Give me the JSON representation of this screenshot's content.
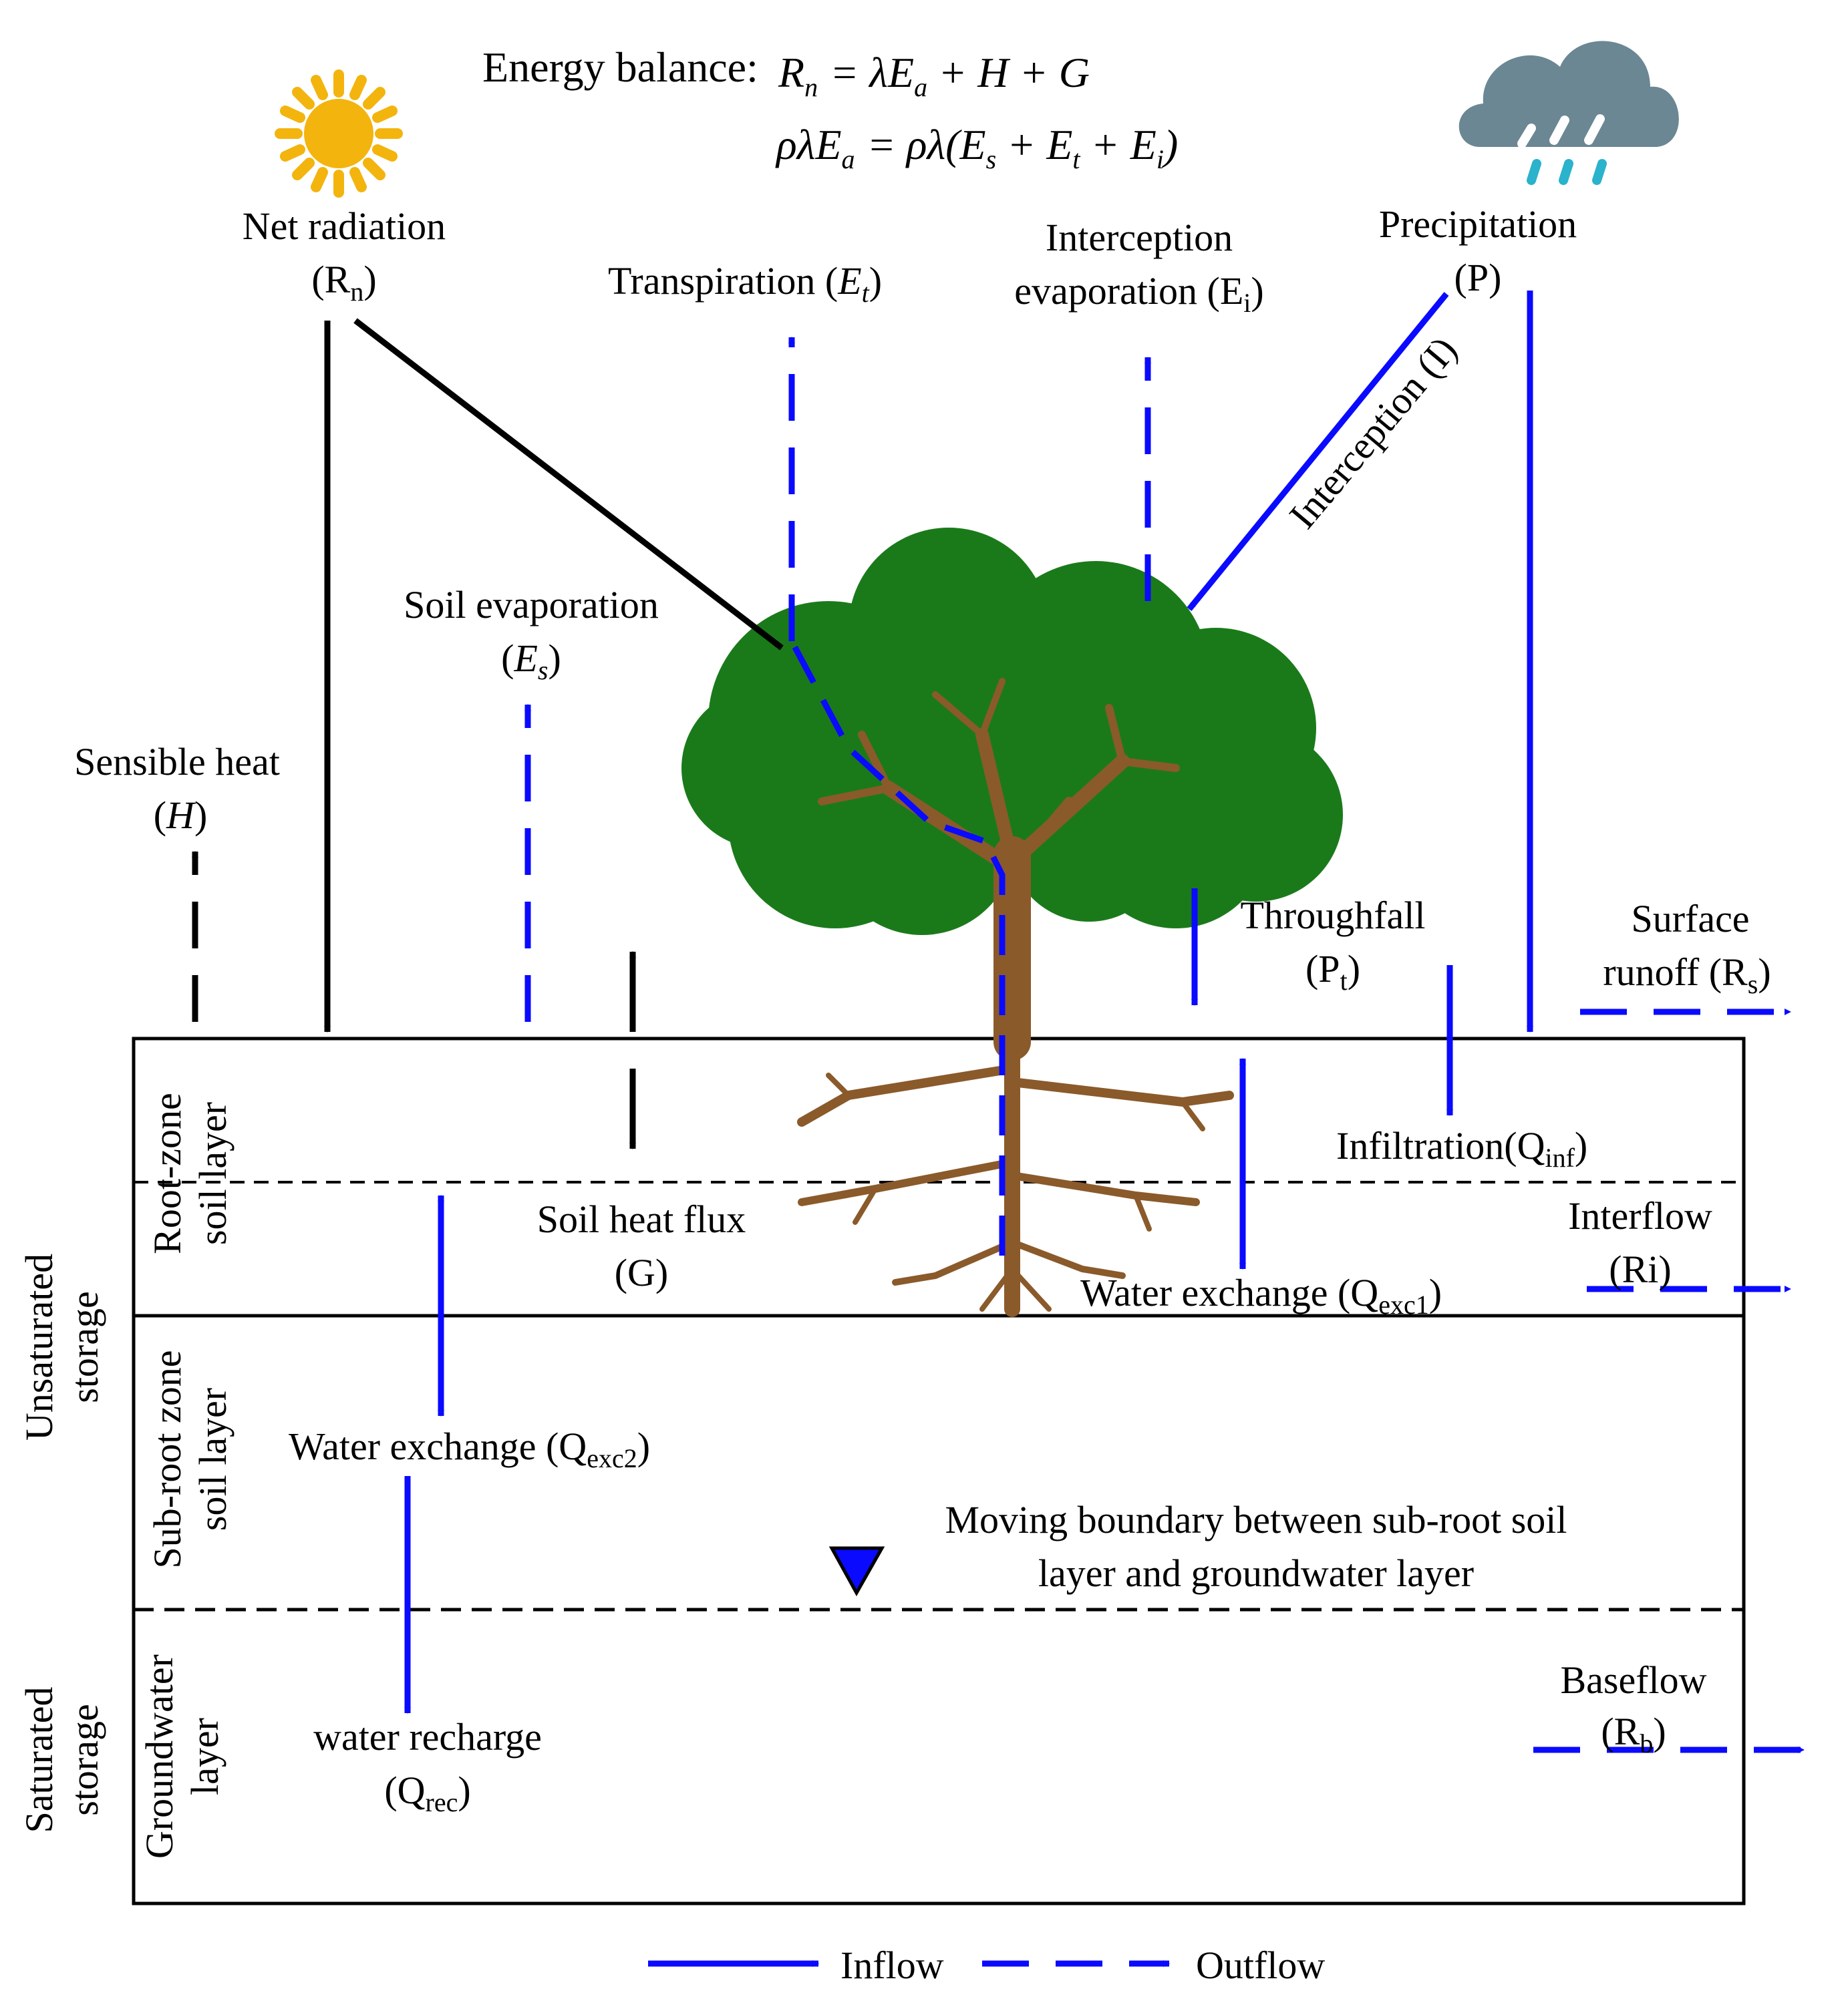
{
  "colors": {
    "inflow": "#0a0aff",
    "outflow": "#0a0aff",
    "energy": "#000000",
    "sun": "#f3b40e",
    "cloud": "#6b8793",
    "rain_drops": "#2bb2cc",
    "canopy": "#1a7a1a",
    "trunk": "#8a5a2b",
    "water_table": "#0a0aff"
  },
  "icons": {
    "sun": "sun-icon",
    "cloud": "rain-cloud-icon",
    "tree": "tree-icon",
    "water_table": "water-table-triangle-icon"
  },
  "equations": {
    "energy_label": "Energy balance:",
    "line1": {
      "lhs": "R",
      "lhs_sub": "n",
      "rhs": "= λE",
      "rhs_sub": "a",
      "tail": "+ H + G"
    },
    "line2": {
      "lhs": "ρλE",
      "lhs_sub": "a",
      "mid": "= ρλ(E",
      "s_sub": "s",
      "plus1": "+ E",
      "t_sub": "t",
      "plus2": "+ E",
      "i_sub": "i",
      "close": ")"
    }
  },
  "labels": {
    "net_radiation": {
      "line1": "Net radiation",
      "open": "(R",
      "sub": "n",
      "close": ")"
    },
    "transpiration": {
      "text": "Transpiration (",
      "symbol": "E",
      "sub": "t",
      "close": ")"
    },
    "interception_evaporation": {
      "line1": "Interception",
      "line2": "evaporation (E",
      "sub": "i",
      "close": ")"
    },
    "precipitation": {
      "line1": "Precipitation",
      "line2": "(P)"
    },
    "interception": "Interception (I)",
    "soil_evaporation": {
      "line1": "Soil evaporation",
      "open": "(",
      "symbol": "E",
      "sub": "s",
      "close": ")"
    },
    "sensible_heat": {
      "line1": "Sensible heat",
      "open": "(",
      "symbol": "H",
      "close": ")"
    },
    "throughfall": {
      "line1": "Throughfall",
      "open": "(P",
      "sub": "t",
      "close": ")"
    },
    "surface_runoff": {
      "line1": "Surface",
      "line2": "runoff (R",
      "sub": "s",
      "close": ")"
    },
    "infiltration": {
      "text": "Infiltration(Q",
      "sub": "inf",
      "close": ")"
    },
    "interflow": {
      "line1": "Interflow",
      "line2": "(Ri)"
    },
    "soil_heat_flux": {
      "line1": "Soil heat flux",
      "line2": "(G)"
    },
    "water_exchange_1": {
      "text": "Water exchange (Q",
      "sub": "exc1",
      "close": ")"
    },
    "water_exchange_2": {
      "text": "Water exchange (Q",
      "sub": "exc2",
      "close": ")"
    },
    "moving_boundary": {
      "line1": "Moving boundary between sub-root soil",
      "line2": "layer and groundwater layer"
    },
    "baseflow": {
      "line1": "Baseflow",
      "open": "(R",
      "sub": "b",
      "close": ")"
    },
    "water_recharge": {
      "line1": "water recharge",
      "open": "(Q",
      "sub": "rec",
      "close": ")"
    }
  },
  "layers": {
    "root_zone": {
      "line1": "Root-zone",
      "line2": "soil layer"
    },
    "sub_root_zone": {
      "line1": "Sub-root zone",
      "line2": "soil layer"
    },
    "groundwater": {
      "line1": "Groundwater",
      "line2": "layer"
    },
    "unsaturated": {
      "line1": "Unsaturated",
      "line2": "storage"
    },
    "saturated": {
      "line1": "Saturated",
      "line2": "storage"
    }
  },
  "legend": {
    "inflow": "Inflow",
    "outflow": "Outflow"
  }
}
